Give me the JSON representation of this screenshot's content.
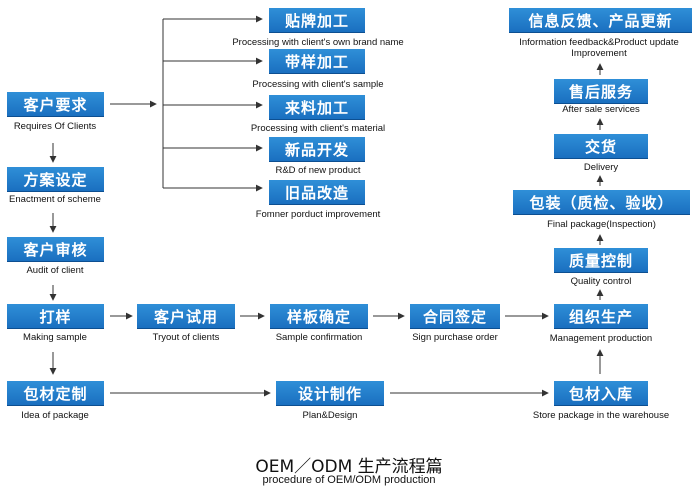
{
  "title": {
    "cn": "OEM／ODM 生产流程篇",
    "en": "procedure of OEM/ODM production"
  },
  "nodes": [
    {
      "id": "requires",
      "cn": "客户要求",
      "en": "Requires Of Clients"
    },
    {
      "id": "scheme",
      "cn": "方案设定",
      "en": "Enactment of scheme"
    },
    {
      "id": "audit",
      "cn": "客户审核",
      "en": "Audit of client"
    },
    {
      "id": "sample",
      "cn": "打样",
      "en": "Making sample"
    },
    {
      "id": "package-idea",
      "cn": "包材定制",
      "en": "Idea of package"
    },
    {
      "id": "brand",
      "cn": "贴牌加工",
      "en": "Processing with client's own brand name"
    },
    {
      "id": "client-sample",
      "cn": "带样加工",
      "en": "Processing with client's sample"
    },
    {
      "id": "material",
      "cn": "来料加工",
      "en": "Processing with client's material"
    },
    {
      "id": "rnd",
      "cn": "新品开发",
      "en": "R&D of new product"
    },
    {
      "id": "improve",
      "cn": "旧品改造",
      "en": "Fomner porduct improvement"
    },
    {
      "id": "tryout",
      "cn": "客户试用",
      "en": "Tryout of clients"
    },
    {
      "id": "confirm",
      "cn": "样板确定",
      "en": "Sample confirmation"
    },
    {
      "id": "order",
      "cn": "合同签定",
      "en": "Sign purchase order"
    },
    {
      "id": "plan",
      "cn": "设计制作",
      "en": "Plan&Design"
    },
    {
      "id": "store",
      "cn": "包材入库",
      "en": "Store package in the warehouse"
    },
    {
      "id": "production",
      "cn": "组织生产",
      "en": "Management production"
    },
    {
      "id": "quality",
      "cn": "质量控制",
      "en": "Quality control"
    },
    {
      "id": "final",
      "cn": "包装（质检、验收）",
      "en": "Final package(Inspection)"
    },
    {
      "id": "delivery",
      "cn": "交货",
      "en": "Delivery"
    },
    {
      "id": "aftersale",
      "cn": "售后服务",
      "en": "After sale services"
    },
    {
      "id": "feedback",
      "cn": "信息反馈、产品更新",
      "en": "Information feedback&Product update",
      "en2": "Improvement"
    }
  ],
  "edges": [
    {
      "from": "requires",
      "to": "scheme"
    },
    {
      "from": "scheme",
      "to": "audit"
    },
    {
      "from": "audit",
      "to": "sample"
    },
    {
      "from": "sample",
      "to": "package-idea"
    },
    {
      "from": "requires",
      "to": "brand"
    },
    {
      "from": "requires",
      "to": "client-sample"
    },
    {
      "from": "requires",
      "to": "material"
    },
    {
      "from": "requires",
      "to": "rnd"
    },
    {
      "from": "requires",
      "to": "improve"
    },
    {
      "from": "sample",
      "to": "tryout"
    },
    {
      "from": "tryout",
      "to": "confirm"
    },
    {
      "from": "confirm",
      "to": "order"
    },
    {
      "from": "order",
      "to": "production"
    },
    {
      "from": "package-idea",
      "to": "plan"
    },
    {
      "from": "plan",
      "to": "store"
    },
    {
      "from": "store",
      "to": "production"
    },
    {
      "from": "production",
      "to": "quality"
    },
    {
      "from": "quality",
      "to": "final"
    },
    {
      "from": "final",
      "to": "delivery"
    },
    {
      "from": "delivery",
      "to": "aftersale"
    },
    {
      "from": "aftersale",
      "to": "feedback"
    }
  ],
  "colors": {
    "box": "#1f78c8",
    "line": "#333333",
    "text": "#111111"
  }
}
